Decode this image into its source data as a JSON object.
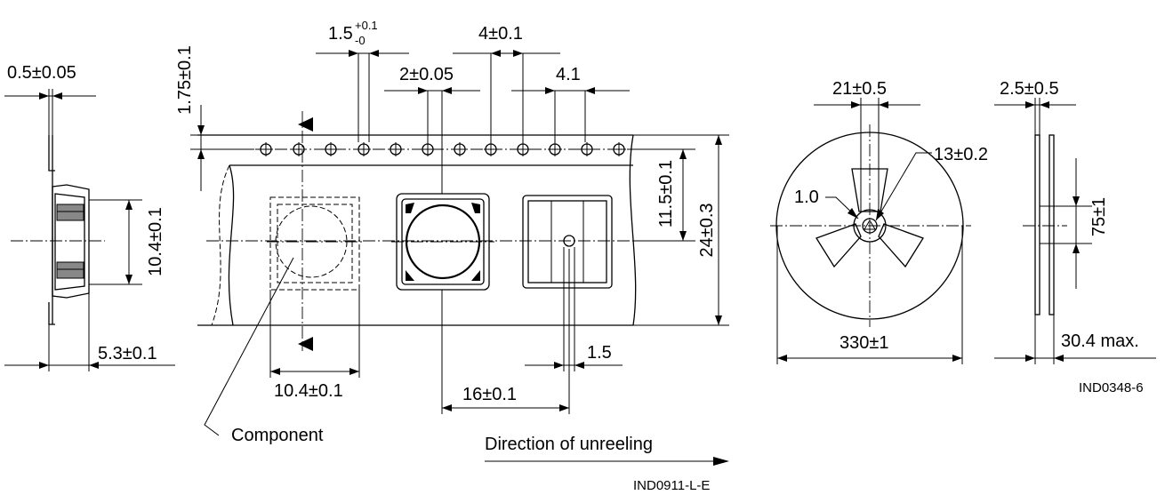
{
  "dimensions": {
    "flange_thickness": "0.5±0.05",
    "pocket_depth": "5.3±0.1",
    "pocket_width_side": "10.4±0.1",
    "sprocket_hole_dia_nom": "1.5",
    "sprocket_hole_dia_tol_plus": "+0.1",
    "sprocket_hole_dia_tol_minus": "-0",
    "hole_pitch": "4±0.1",
    "hole_to_pocket": "2±0.05",
    "pocket_hole_pitch": "4.1",
    "edge_to_hole": "1.75±0.1",
    "hole_to_center": "11.5±0.1",
    "tape_width": "24±0.3",
    "pocket_width_top": "10.4±0.1",
    "pocket_pitch": "16±0.1",
    "pocket_hole_dia": "1.5",
    "hub_width": "21±0.5",
    "arbor_hole": "13±0.2",
    "hub_key": "1.0",
    "reel_diameter": "330±1",
    "flange_width": "2.5±0.5",
    "hub_diameter": "75±1",
    "reel_max_width": "30.4 max."
  },
  "labels": {
    "component": "Component",
    "direction": "Direction of unreeling",
    "code_tape": "IND0911-L-E",
    "code_reel": "IND0348-6"
  }
}
